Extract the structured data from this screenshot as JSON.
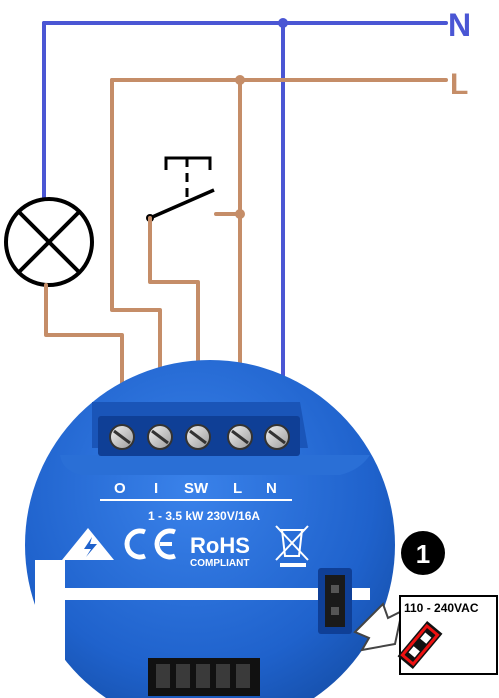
{
  "lines": {
    "neutral": "N",
    "live": "L"
  },
  "terminals": [
    "O",
    "I",
    "SW",
    "L",
    "N"
  ],
  "device": {
    "rating": "1 - 3.5 kW 230V/16A",
    "rohs_main": "RoHS",
    "rohs_sub": "COMPLIANT"
  },
  "callout": {
    "number": "1",
    "voltage": "110 - 240VAC"
  },
  "colors": {
    "neutral_wire": "#4a56d4",
    "live_wire": "#c58d68",
    "device_body": "#1f62cc",
    "device_dark": "#0f3f96"
  },
  "icons": [
    "lamp-icon",
    "switch-icon",
    "warning-triangle-icon",
    "ce-mark-icon",
    "weee-bin-icon",
    "pointer-arrow-icon",
    "jumper-icon"
  ]
}
